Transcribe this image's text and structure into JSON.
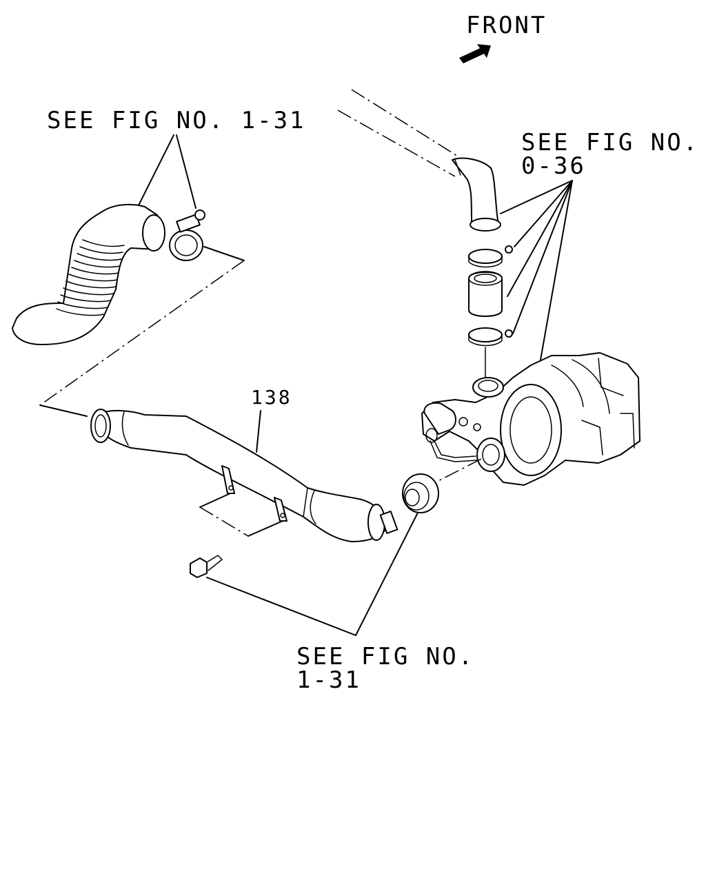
{
  "labels": {
    "front": "FRONT",
    "ref_top_left": "SEE FIG NO. 1-31",
    "ref_top_right_line1": "SEE FIG NO.",
    "ref_top_right_line2": "0-36",
    "part_number": "138",
    "ref_bottom_line1": "SEE FIG NO.",
    "ref_bottom_line2": "1-31"
  },
  "icons": {
    "front_arrow": "arrow-up-right-icon"
  }
}
